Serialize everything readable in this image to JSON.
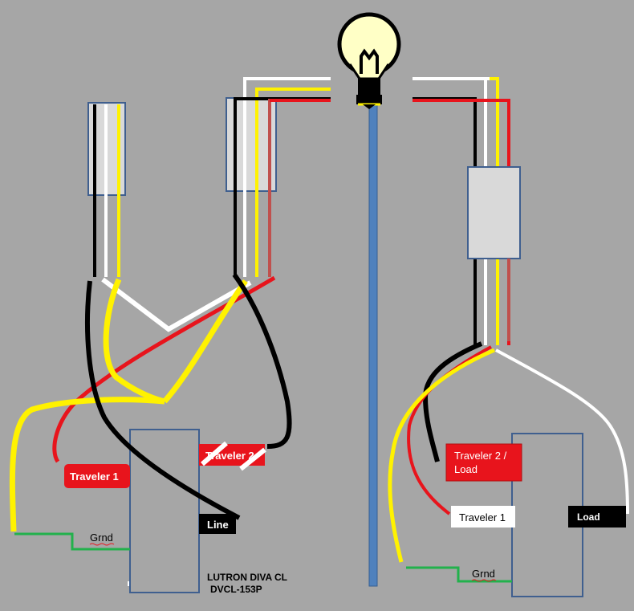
{
  "labels": {
    "traveler1_left": "Traveler 1",
    "traveler2_left": "Traveler 2",
    "line": "Line",
    "grnd_left": "Grnd",
    "switch_model_line1": "LUTRON DIVA CL",
    "switch_model_line2": "DVCL-153P",
    "traveler2_load_line1": "Traveler 2 /",
    "traveler2_load_line2": "Load",
    "traveler1_right": "Traveler 1",
    "load": "Load",
    "grnd_right": "Grnd"
  },
  "colors": {
    "background": "#a6a6a6",
    "hot": "#000000",
    "neutral": "#ffffff",
    "traveler_red": "#e8141c",
    "traveler_yellow": "#fff200",
    "ground": "#22b14c",
    "conduit": "#4f81bd",
    "box_fill": "#d9d9d9",
    "box_border": "#3f5f8f",
    "bulb_glow": "#ffffc6"
  },
  "icons": {
    "bulb": "light-bulb-icon"
  }
}
